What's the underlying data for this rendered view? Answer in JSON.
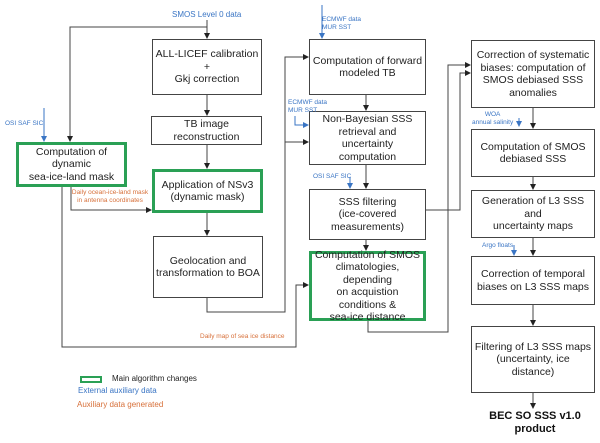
{
  "input": {
    "smos_l0": "SMOS Level 0 data"
  },
  "boxes": {
    "calibration": "ALL-LICEF calibration\n+\nGkj correction",
    "tb_reconstruction": "TB image reconstruction",
    "dynamic_mask": "Computation of dynamic\nsea-ice-land mask",
    "nsv3": "Application of NSv3\n(dynamic mask)",
    "geolocation": "Geolocation and\ntransformation to BOA",
    "forward_tb": "Computation of forward\nmodeled TB",
    "non_bayesian": "Non-Bayesian SSS\nretrieval and uncertainty\ncomputation",
    "sss_filtering": "SSS filtering\n(ice-covered\nmeasurements)",
    "climatologies": "Computation of SMOS\nclimatologies, depending\non acquistion conditions &\nsea-ice distance",
    "systematic_bias": "Correction of systematic\nbiases: computation of\nSMOS debiased SSS\nanomalies",
    "debiased_sss": "Computation of SMOS\ndebiased SSS",
    "l3_generation": "Generation of L3 SSS and\nuncertainty maps",
    "temporal_bias": "Correction of temporal\nbiases on L3 SSS maps",
    "l3_filtering": "Filtering of L3 SSS maps\n(uncertainty, ice distance)"
  },
  "external_labels": {
    "osi_saf_sic_left": "OSI SAF SIC",
    "ecmwf_mur_top": "ECMWF data\nMUR SST",
    "ecmwf_mur_mid": "ECMWF data\nMUR SST",
    "osi_saf_sic_mid": "OSI SAF SIC",
    "woa": "WOA\nannual salinity",
    "argo": "Argo floats"
  },
  "generated_labels": {
    "daily_mask": "Daily ocean-ice-land mask\nin antenna coordinates",
    "sea_ice_distance": "Daily map of sea ice distance"
  },
  "legend": {
    "main_changes": "Main algorithm changes",
    "external": "External auxiliary data",
    "generated": "Auxiliary data generated"
  },
  "output": {
    "product": "BEC SO SSS v1.0\nproduct"
  },
  "colors": {
    "green": "#2aa055",
    "blue": "#3a75c4",
    "orange": "#d7703a"
  }
}
